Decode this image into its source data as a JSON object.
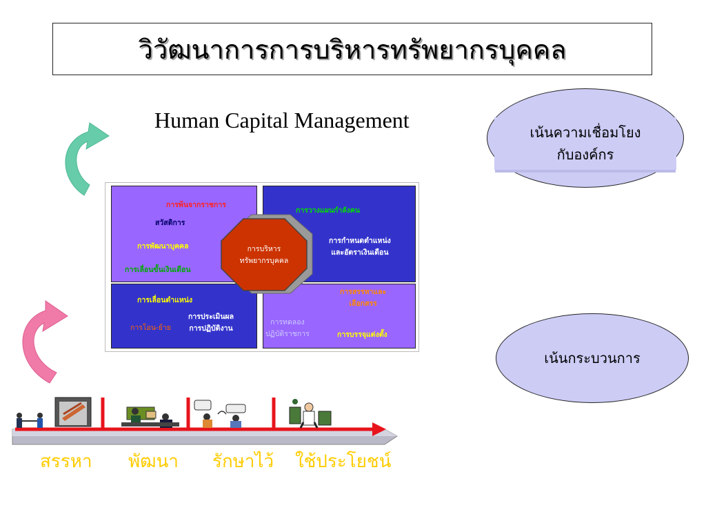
{
  "title": "วิวัฒนาการการบริหารทรัพยากรบุคคล",
  "subtitle": "Human Capital Management",
  "ellipses": {
    "top_line1": "เน้นความเชื่อมโยง",
    "top_line2": "กับองค์กร",
    "bottom": "เน้นกระบวนการ"
  },
  "matrix": {
    "center_line1": "การบริหาร",
    "center_line2": "ทรัพยากรบุคคล",
    "top_left": {
      "item1": "การพ้นจากราชการ",
      "item2": "สวัสดิการ",
      "item3": "การพัฒนาบุคคล",
      "item4": "การเลื่อนขั้นเงินเดือน"
    },
    "top_right": {
      "item1": "การวางแผนกำลังคน",
      "item2_line1": "การกำหนดตำแหน่ง",
      "item2_line2": "และอัตราเงินเดือน"
    },
    "bottom_left": {
      "item1": "การเลื่อนตำแหน่ง",
      "item2_line1": "การประเมินผล",
      "item2_line2": "การปฏิบัติงาน",
      "item3": "การโอน-ย้าย"
    },
    "bottom_right": {
      "item1_line1": "การสรรหาและ",
      "item1_line2": "เลือกสรร",
      "item2_line1": "การทดลอง",
      "item2_line2": "ปฏิบัติราชการ",
      "item3": "การบรรจุแต่งตั้ง"
    }
  },
  "stages": [
    "สรรหา",
    "พัฒนา",
    "รักษาไว้",
    "ใช้ประโยชน์"
  ],
  "colors": {
    "ellipse_fill": "#ccccf5",
    "quad_purple": "#9966ff",
    "quad_blue": "#3333cc",
    "octagon": "#cc3300",
    "arrow_teal": "#66ccaa",
    "arrow_pink": "#f07aa8",
    "stage_text": "#ffcc00",
    "timeline_red": "#e8141c"
  },
  "icons": [
    "teal-curved-arrow-icon",
    "pink-curved-arrow-icon",
    "recruitment-clipart-icon",
    "development-clipart-icon",
    "retention-clipart-icon",
    "utilization-clipart-icon"
  ]
}
